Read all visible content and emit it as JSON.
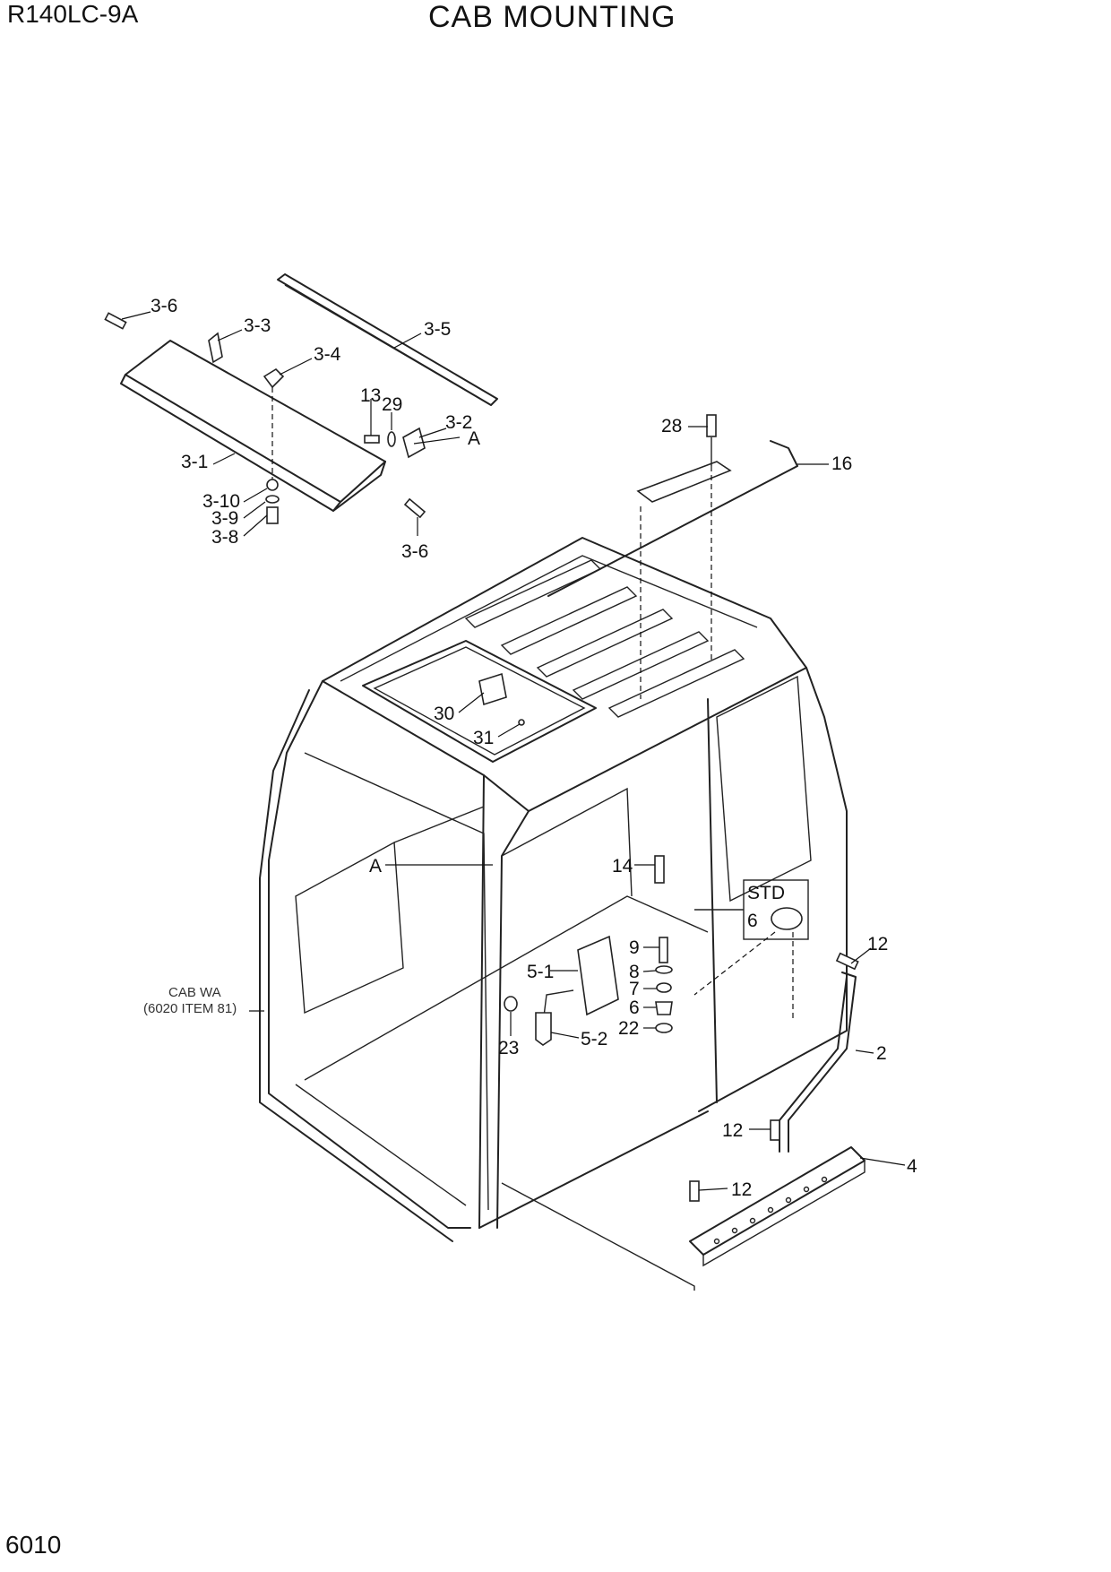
{
  "header": {
    "model": "R140LC-9A",
    "title": "CAB MOUNTING"
  },
  "footer": {
    "page_number": "6010"
  },
  "callouts": {
    "c_3_6_top": "3-6",
    "c_3_3": "3-3",
    "c_3_5": "3-5",
    "c_3_4": "3-4",
    "c_13": "13",
    "c_29": "29",
    "c_3_2": "3-2",
    "c_A_top": "A",
    "c_3_1": "3-1",
    "c_3_10": "3-10",
    "c_3_9": "3-9",
    "c_3_8": "3-8",
    "c_3_6_bottom": "3-6",
    "c_28": "28",
    "c_16": "16",
    "c_30": "30",
    "c_31": "31",
    "c_A_cab": "A",
    "c_14": "14",
    "c_std": "STD",
    "c_6_std": "6",
    "c_9": "9",
    "c_8": "8",
    "c_7": "7",
    "c_6": "6",
    "c_22": "22",
    "c_5_1": "5-1",
    "c_5_2": "5-2",
    "c_23": "23",
    "c_12_right": "12",
    "c_2": "2",
    "c_12_mid": "12",
    "c_4": "4",
    "c_12_low": "12"
  },
  "reference": {
    "line1": "CAB WA",
    "line2": "(6020 ITEM 81)"
  }
}
